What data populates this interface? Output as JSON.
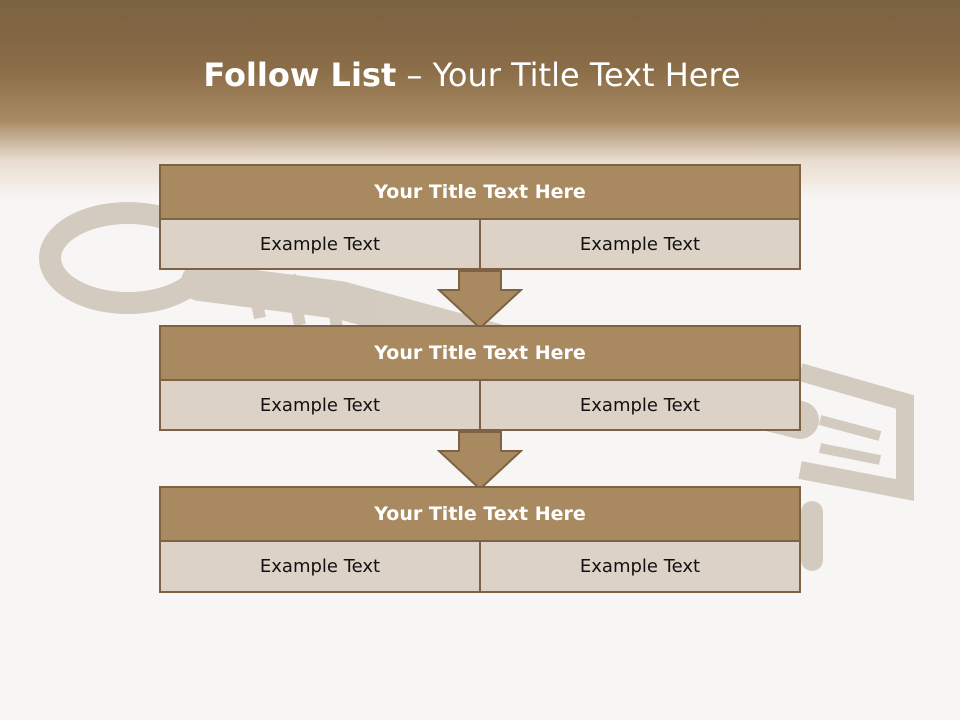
{
  "slide": {
    "title_bold": "Follow List",
    "title_rest": " – Your Title Text Here"
  },
  "blocks": [
    {
      "title": "Your Title Text Here",
      "cells": [
        "Example Text",
        "Example Text"
      ]
    },
    {
      "title": "Your Title Text Here",
      "cells": [
        "Example Text",
        "Example Text"
      ]
    },
    {
      "title": "Your Title Text Here",
      "cells": [
        "Example Text",
        "Example Text"
      ]
    }
  ],
  "colors": {
    "header_brown": "#7b6241",
    "block_title_fill": "#a98a60",
    "block_border": "#7f6243",
    "cell_fill": "#ddd2c6",
    "arrow_fill": "#a98a60"
  }
}
